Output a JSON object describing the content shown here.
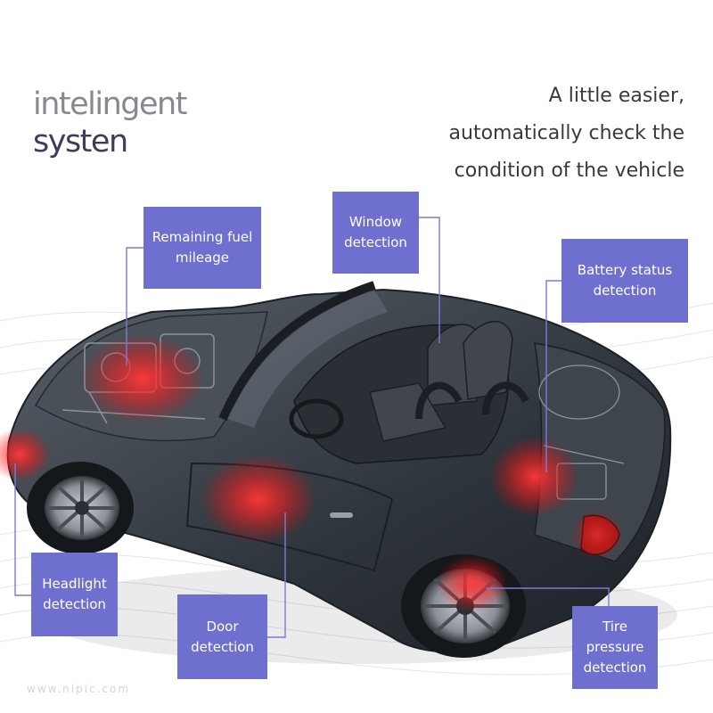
{
  "brand": {
    "line1": "intelingent",
    "line2": "systen"
  },
  "tagline": {
    "line1": "A little easier,",
    "line2": "automatically check the",
    "line3": "condition of the vehicle"
  },
  "labels": {
    "fuel": {
      "line1": "Remaining fuel",
      "line2": "mileage"
    },
    "window": {
      "line1": "Window",
      "line2": "detection"
    },
    "battery": {
      "line1": "Battery status",
      "line2": "detection"
    },
    "headlight": {
      "line1": "Headlight",
      "line2": "detection"
    },
    "door": {
      "line1": "Door",
      "line2": "detection"
    },
    "tire": {
      "line1": "Tire",
      "line2": "pressure",
      "line3": "detection"
    }
  },
  "watermark": "www.nipic.com",
  "colors": {
    "label_bg": "#6f6fd0",
    "callout_line": "#7b7bd6",
    "car_body": "#3a4048",
    "glow": "#ff2a2a"
  }
}
